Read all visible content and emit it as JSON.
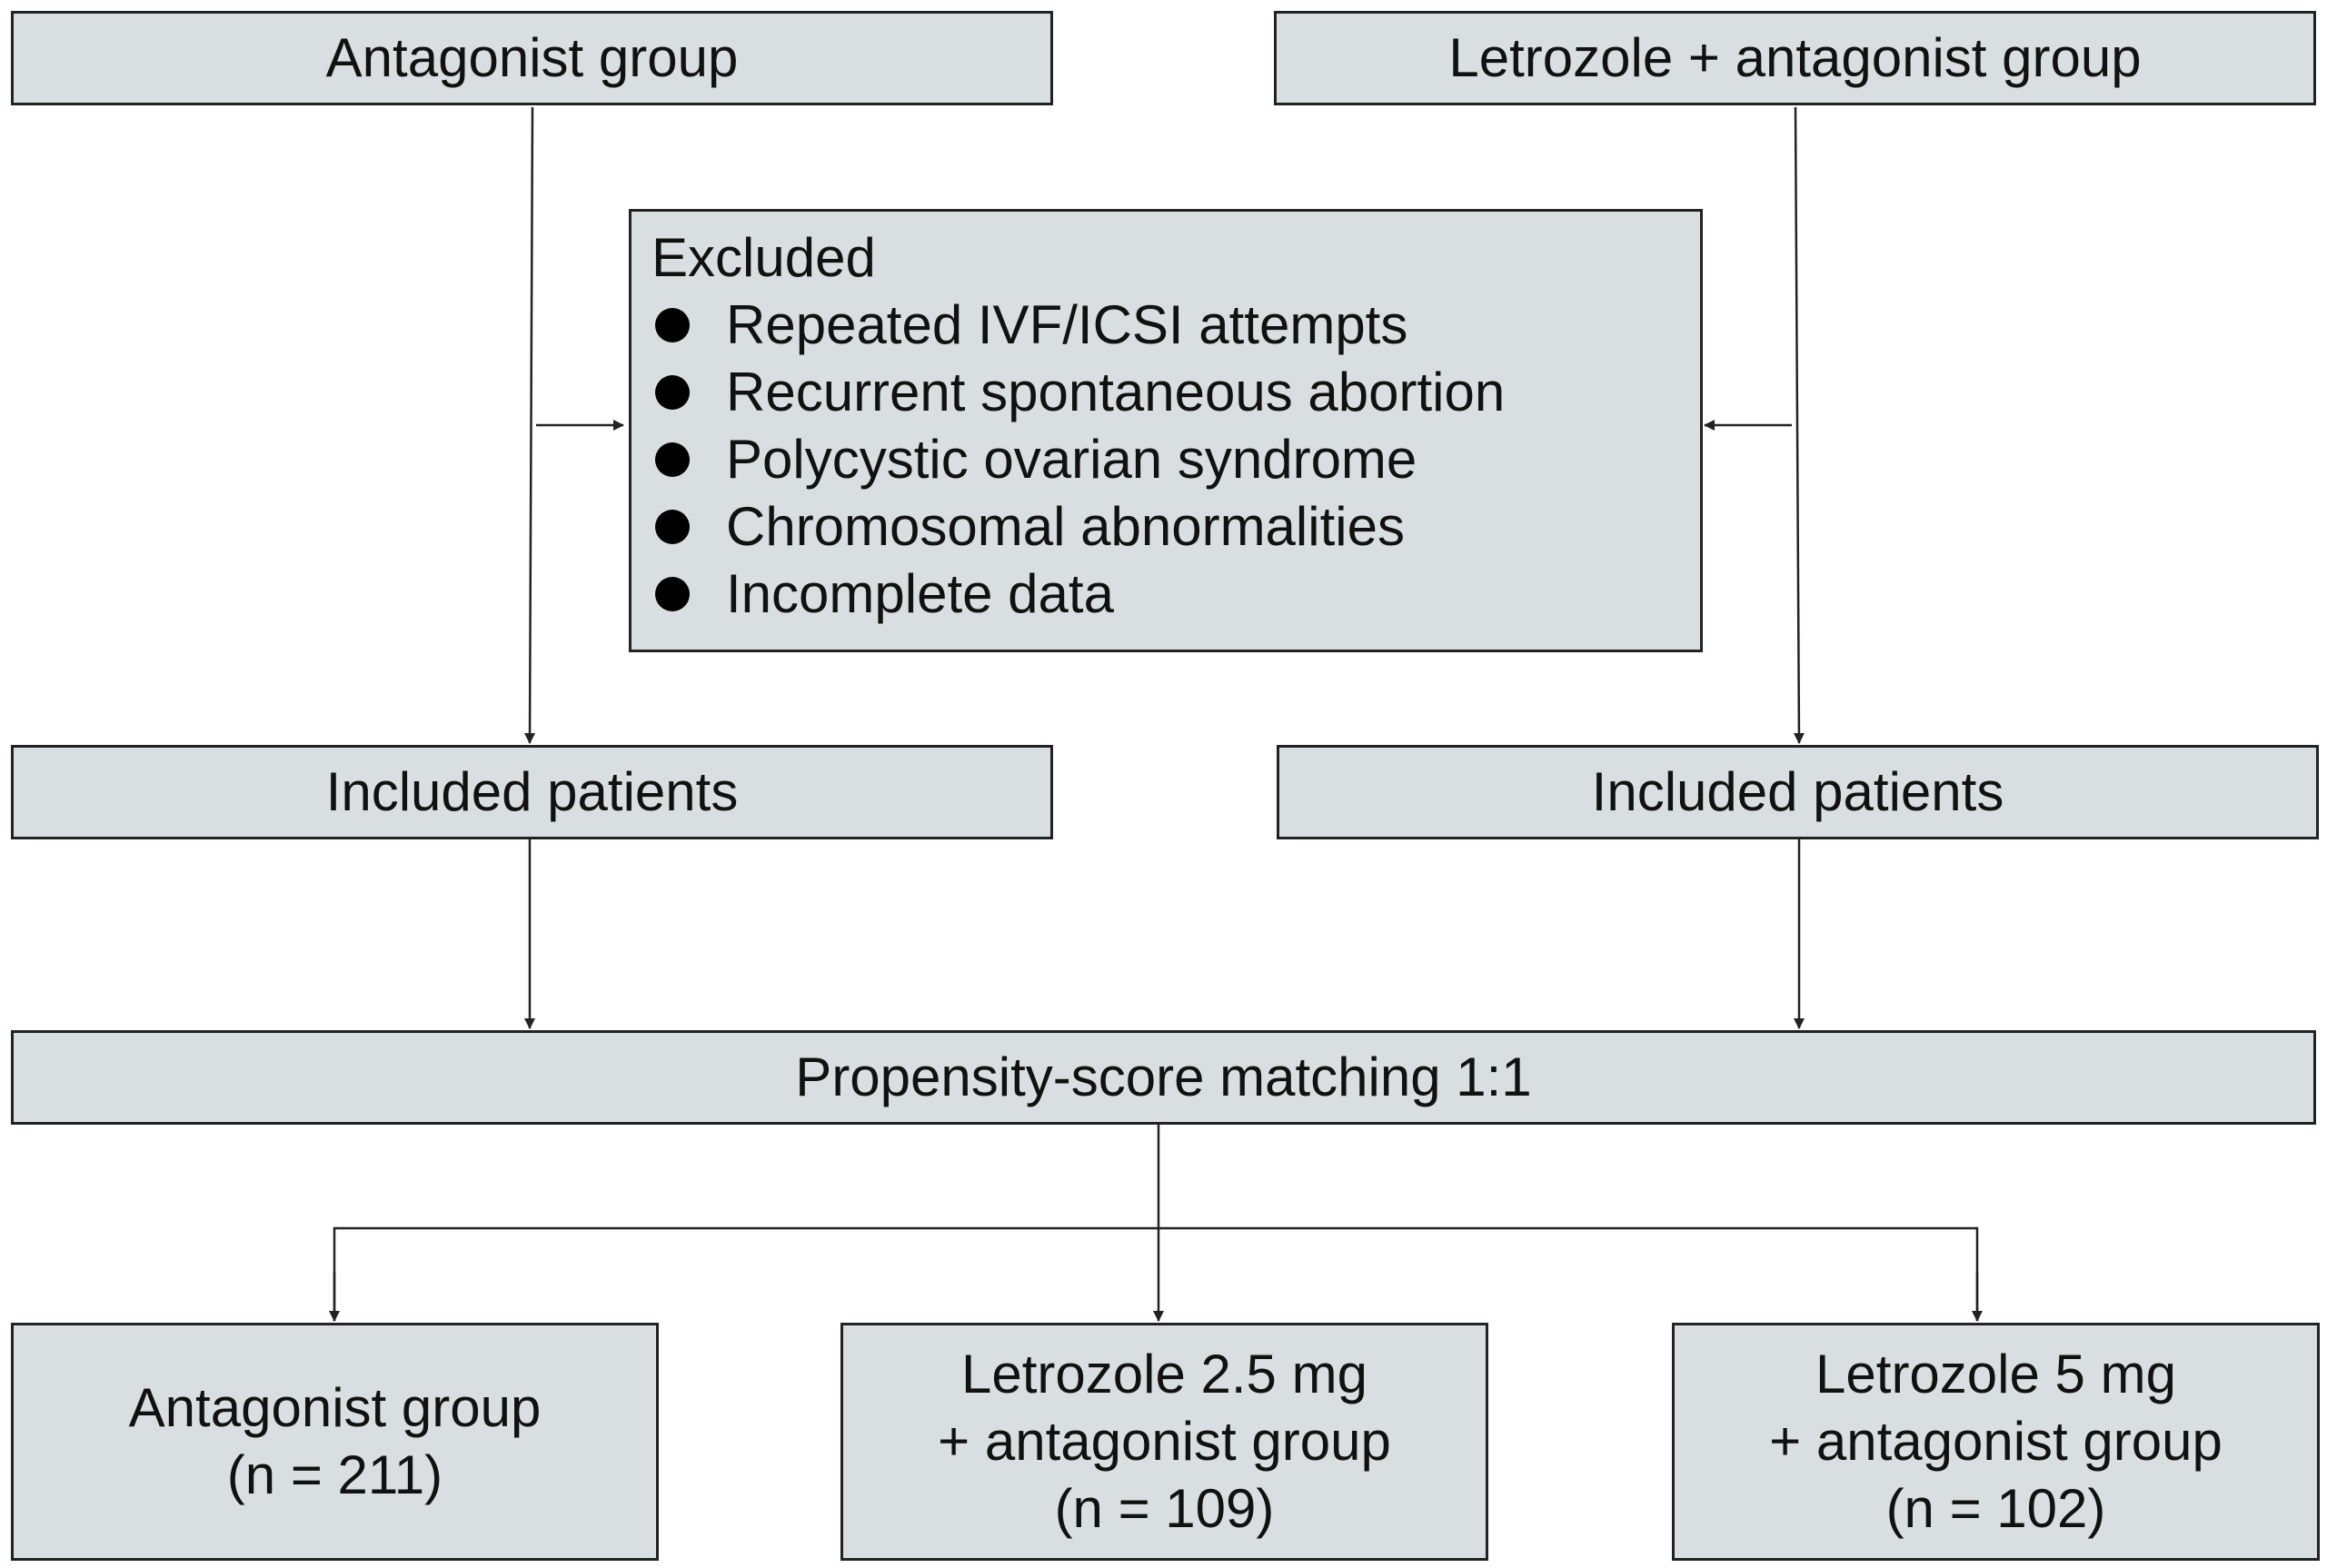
{
  "top_left": {
    "label": "Antagonist group"
  },
  "top_right": {
    "label": "Letrozole + antagonist group"
  },
  "excluded": {
    "title": "Excluded",
    "items": [
      "Repeated IVF/ICSI attempts",
      "Recurrent spontaneous abortion",
      "Polycystic ovarian syndrome",
      "Chromosomal abnormalities",
      "Incomplete data"
    ]
  },
  "included_left": {
    "label": "Included patients"
  },
  "included_right": {
    "label": "Included patients"
  },
  "matching": {
    "label": "Propensity-score matching 1:1"
  },
  "outcomes": [
    {
      "line1": "Antagonist group",
      "line2": "(n = 211)"
    },
    {
      "line1": "Letrozole 2.5 mg",
      "line2": "+ antagonist group",
      "line3": "(n = 109)"
    },
    {
      "line1": "Letrozole 5 mg",
      "line2": "+ antagonist group",
      "line3": "(n = 102)"
    }
  ]
}
